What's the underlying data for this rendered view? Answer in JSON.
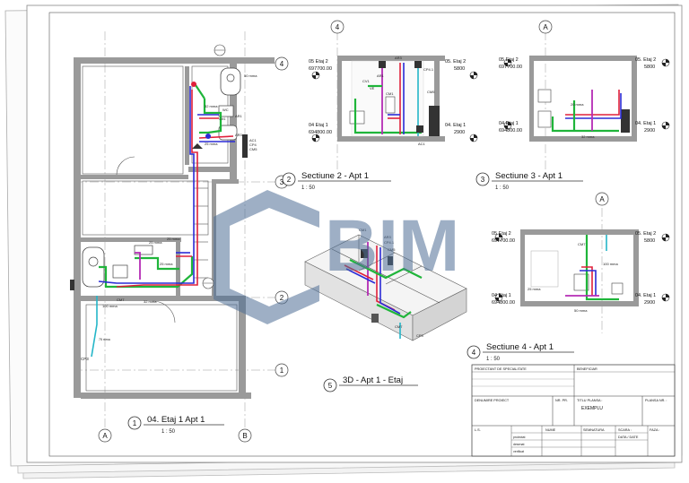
{
  "plan": {
    "title": "04. Etaj 1 Apt 1",
    "scale": "1 : 50",
    "number": "1",
    "grid_left": "A",
    "grid_right": "B",
    "grid_r1": "1",
    "grid_r2": "2",
    "grid_r3": "3",
    "grid_r4": "4",
    "labels": {
      "mm50a": "50 mmа",
      "mm25a": "25 mmа",
      "mm32": "32 mmа",
      "ar1": "AR1",
      "ar3": "AR3",
      "ac1": "AC1",
      "cp4": "CP4",
      "cm5": "CM5",
      "cm1": "CM1",
      "cm7": "CM7",
      "cp3": "CP3",
      "wc": "WC",
      "mm100": "100 mmа",
      "mm75": "75 mmа"
    }
  },
  "section2": {
    "title": "Sectiune 2 - Apt 1",
    "scale": "1 : 50",
    "number": "2",
    "grid": "4",
    "level_top_name": "05 Etaj 2",
    "level_top_value": "697700.00",
    "level_top_right_name": "05. Etaj 2",
    "level_top_right_value": "5800",
    "level_bot_name": "04 Etaj 1",
    "level_bot_value": "694800.00",
    "level_bot_right_name": "04. Etaj 1",
    "level_bot_right_value": "2900",
    "tags": [
      "AR3",
      "CP4.1",
      "CV1",
      "AR1",
      "CM5",
      "CM1",
      "VE",
      "AC1"
    ]
  },
  "section3": {
    "title": "Sectiune 3 - Apt 1",
    "scale": "1 : 50",
    "number": "3",
    "grid": "A",
    "level_top_name": "05 Etaj 2",
    "level_top_value": "697700.00",
    "level_top_right_name": "05. Etaj 2",
    "level_top_right_value": "5800",
    "level_bot_name": "04 Etaj 1",
    "level_bot_value": "694800.00",
    "level_bot_right_name": "04. Etaj 1",
    "level_bot_right_value": "2900"
  },
  "section4": {
    "title": "Sectiune 4 - Apt 1",
    "scale": "1 : 50",
    "number": "4",
    "grid": "A",
    "level_top_name": "05 Etaj 2",
    "level_top_value": "697700.00",
    "level_top_right_name": "05. Etaj 2",
    "level_top_right_value": "5800",
    "level_bot_name": "04 Etaj 1",
    "level_bot_value": "694800.00",
    "level_bot_right_name": "04. Etaj 1",
    "level_bot_right_value": "2900",
    "tags": [
      "CM7",
      "100 mmа",
      "50 mmа"
    ]
  },
  "view3d": {
    "title": "3D - Apt 1 - Etaj",
    "number": "5",
    "tags": [
      "CM1",
      "AR3",
      "CP4.1",
      "CM5",
      "CM7",
      "CP3"
    ]
  },
  "title_block": {
    "designer": "PROIECTANT DE SPECIALITATE",
    "beneficiary": "BENEFICIAR",
    "project_name": "DENUMIRE PROIECT",
    "project_no": "NR. PR.",
    "sheet_title": "TITLU PLANSA :",
    "sheet_title_value": "EXEMPLU",
    "sheet_no": "PLANSA NR. :",
    "name": "NUME",
    "signature": "SEMNATURA",
    "scale": "SCARA :",
    "date": "DATA / DATE",
    "phase": "FAZA :",
    "ls": "L.S.",
    "designed": "proiectat",
    "drawn": "desenat",
    "checked": "verificat"
  },
  "watermark": "BIM",
  "colors": {
    "blue": "#2b2bd6",
    "red": "#e0203a",
    "green": "#1fb53a",
    "magenta": "#b42bb4",
    "cyan": "#24b6c8",
    "watermark": "#4f6f96"
  }
}
